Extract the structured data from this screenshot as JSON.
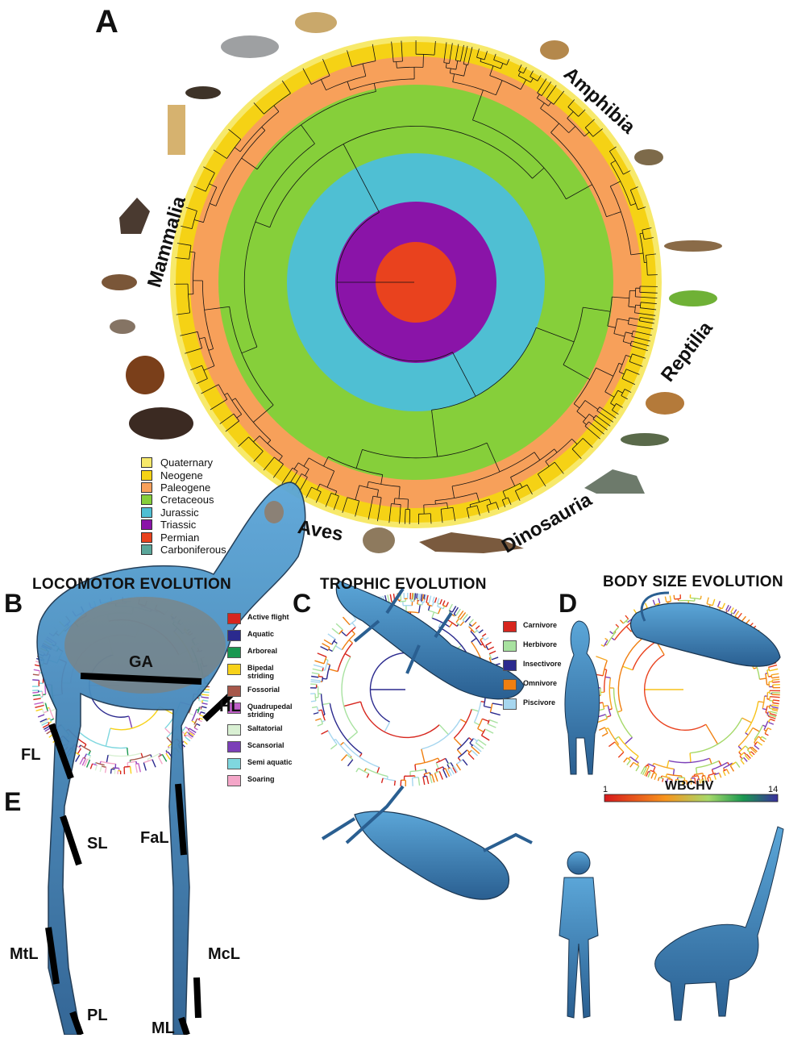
{
  "panels": {
    "A": "A",
    "B": "B",
    "C": "C",
    "D": "D",
    "E": "E"
  },
  "clades": {
    "amphibia": "Amphibia",
    "mammalia": "Mammalia",
    "reptilia": "Reptilia",
    "dinosauria": "Dinosauria",
    "aves": "Aves"
  },
  "periods_legend": [
    {
      "label": "Quaternary",
      "color": "#f7e96b"
    },
    {
      "label": "Neogene",
      "color": "#f5d215"
    },
    {
      "label": "Paleogene",
      "color": "#f7a05a"
    },
    {
      "label": "Cretaceous",
      "color": "#86cf3a"
    },
    {
      "label": "Jurassic",
      "color": "#4fbfd3"
    },
    {
      "label": "Triassic",
      "color": "#8a14a8"
    },
    {
      "label": "Permian",
      "color": "#e9421e"
    },
    {
      "label": "Carboniferous",
      "color": "#5aa69a"
    }
  ],
  "section_titles": {
    "locomotor": "LOCOMOTOR EVOLUTION",
    "trophic": "TROPHIC EVOLUTION",
    "bodysize": "BODY SIZE EVOLUTION"
  },
  "locomotor_legend": [
    {
      "label": "Active flight",
      "color": "#d7261e"
    },
    {
      "label": "Aquatic",
      "color": "#2b2a8e"
    },
    {
      "label": "Arboreal",
      "color": "#1a9850"
    },
    {
      "label": "Bipedal striding",
      "color": "#f7d21a"
    },
    {
      "label": "Fossorial",
      "color": "#a6574a"
    },
    {
      "label": "Quadrupedal striding",
      "color": "#c060c8"
    },
    {
      "label": "Saltatorial",
      "color": "#d9f0d3"
    },
    {
      "label": "Scansorial",
      "color": "#7b3fb8"
    },
    {
      "label": "Semi aquatic",
      "color": "#7fd7df"
    },
    {
      "label": "Soaring",
      "color": "#f4a6c8"
    }
  ],
  "trophic_legend": [
    {
      "label": "Carnivore",
      "color": "#d7261e"
    },
    {
      "label": "Herbivore",
      "color": "#a8e2a0"
    },
    {
      "label": "Insectivore",
      "color": "#2b2a8e"
    },
    {
      "label": "Omnivore",
      "color": "#f07f10"
    },
    {
      "label": "Piscivore",
      "color": "#a6d6ef"
    }
  ],
  "colorbar": {
    "label": "WBCHV",
    "min": "1",
    "max": "14"
  },
  "measurements": {
    "ga": "GA",
    "fl": "FL",
    "sl": "SL",
    "mtl": "MtL",
    "pl": "PL",
    "fal": "FaL",
    "hl": "HL",
    "mcl": "McL",
    "ml": "ML"
  },
  "animal_icons": [
    "wolf-icon",
    "lynx-icon",
    "frog-icon",
    "ferret-icon",
    "giraffe-icon",
    "toad-icon",
    "bat-icon",
    "newt-icon",
    "vole-icon",
    "iguana-icon",
    "marmoset-icon",
    "orangutan-icon",
    "tortoise-icon",
    "mammoth-icon",
    "crocodile-icon",
    "stegosaurus-icon",
    "falcon-icon",
    "kiwi-icon",
    "theropod-icon"
  ]
}
